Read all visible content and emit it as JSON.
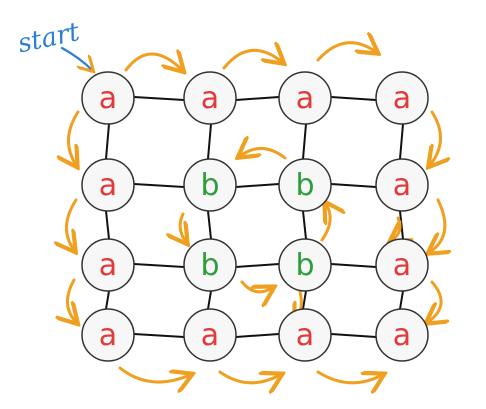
{
  "annotation": {
    "start_label": "start"
  },
  "colors": {
    "edge": "#111111",
    "node_stroke": "#333333",
    "node_fill": "#f7f7f7",
    "letter_a": "#e03a3a",
    "letter_b": "#2f9e3a",
    "path": "#f0a020",
    "start_label": "#2a7fd6"
  },
  "grid": {
    "rows": [
      [
        "a",
        "a",
        "a",
        "a"
      ],
      [
        "a",
        "b",
        "b",
        "a"
      ],
      [
        "a",
        "b",
        "b",
        "a"
      ],
      [
        "a",
        "a",
        "a",
        "a"
      ]
    ]
  }
}
